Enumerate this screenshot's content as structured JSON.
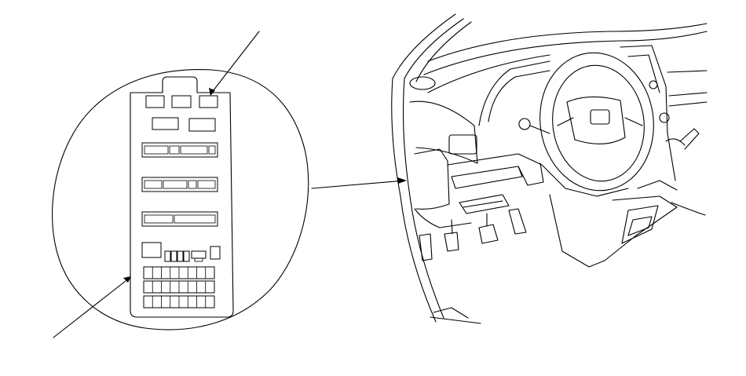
{
  "diagram": {
    "colors": {
      "line": "#000000",
      "background": "#ffffff"
    },
    "fuse_panel": {
      "fuse_rows": [
        {
          "count": 8
        },
        {
          "count": 8
        },
        {
          "count": 8
        }
      ],
      "small_fuse_count": 4
    }
  }
}
